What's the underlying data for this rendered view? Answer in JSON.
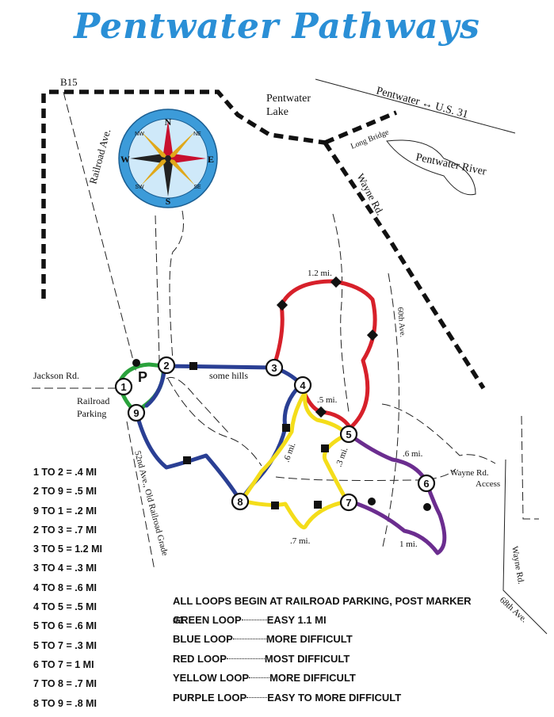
{
  "title": "Pentwater Pathways",
  "map": {
    "roads": {
      "b15": "B15",
      "railroad_ave": "Railroad Ave.",
      "pentwater_lake": [
        "Pentwater",
        "Lake"
      ],
      "pentwater_us31": "Pentwater ↔ U.S. 31",
      "long_bridge": "Long Bridge",
      "pentwater_river": "Pentwater River",
      "wayne_rd": "Wayne Rd.",
      "sixtieth_ave": "60th Ave.",
      "jackson_rd": "Jackson Rd.",
      "railroad_parking": [
        "Railroad",
        "Parking"
      ],
      "fifty_second_ave": "52nd Ave., Old Railroad Grade",
      "wayne_rd_access": [
        "Wayne Rd.",
        "Access"
      ],
      "wayne_rd_south": "Wayne Rd.",
      "sixty_eighth_ave": "68th Ave."
    },
    "compass": {
      "n": "N",
      "s": "S",
      "e": "E",
      "w": "W",
      "ne": "NE",
      "nw": "NW",
      "se": "SE",
      "sw": "SW"
    },
    "parking_symbol": "P",
    "trail_labels": {
      "some_hills": "some hills",
      "seg_3_5": "1.2 mi.",
      "seg_4_5": ".5 mi.",
      "seg_4_8": ".6 mi.",
      "seg_5_7": ".3 mi.",
      "seg_5_6": ".6 mi.",
      "seg_6_7": "1 mi.",
      "seg_7_8": ".7 mi."
    },
    "markers": [
      "1",
      "2",
      "3",
      "4",
      "5",
      "6",
      "7",
      "8",
      "9"
    ],
    "trail_colors": {
      "green": "#2aa23c",
      "blue": "#2a3f94",
      "red": "#d7202a",
      "yellow": "#f4dd1a",
      "purple": "#6b2d8f"
    }
  },
  "distances": [
    "1 TO 2 =  .4 MI",
    "2 TO 9 =  .5 MI",
    "9 TO 1 =  .2 MI",
    "2 TO 3 =  .7 MI",
    "3 TO 5 = 1.2 MI",
    "3 TO 4 =  .3 MI",
    "4 TO 8 =  .6 MI",
    "4 TO 5 =  .5 MI",
    "5 TO 6 =  .6 MI",
    "5 TO 7 =  .3 MI",
    "6 TO 7 =   1 MI",
    "7 TO 8 =  .7 MI",
    "8 TO 9 =  .8 MI"
  ],
  "loops_heading": "ALL LOOPS BEGIN AT RAILROAD PARKING, POST MARKER #1",
  "loops": [
    {
      "name": "GREEN LOOP",
      "difficulty": "EASY 1.1 MI"
    },
    {
      "name": "BLUE LOOP",
      "difficulty": "MORE DIFFICULT"
    },
    {
      "name": "RED LOOP",
      "difficulty": "MOST DIFFICULT"
    },
    {
      "name": "YELLOW LOOP",
      "difficulty": "MORE DIFFICULT"
    },
    {
      "name": "PURPLE LOOP",
      "difficulty": "EASY TO MORE DIFFICULT"
    }
  ]
}
